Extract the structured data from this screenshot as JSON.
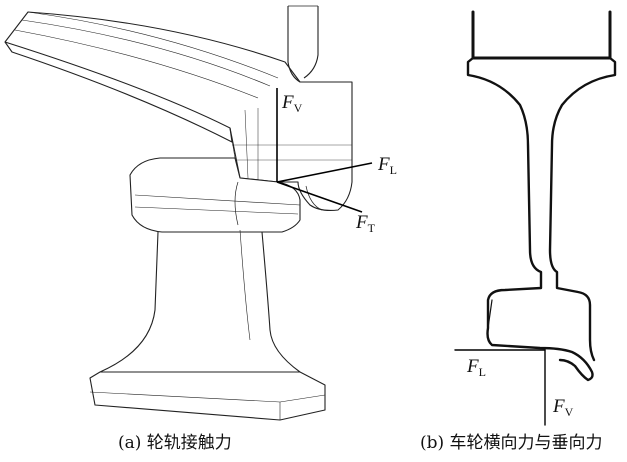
{
  "panel_a": {
    "caption": "(a) 轮轨接触力",
    "labels": {
      "fv": {
        "main": "F",
        "sub": "V"
      },
      "fl": {
        "main": "F",
        "sub": "L"
      },
      "ft": {
        "main": "F",
        "sub": "T"
      }
    }
  },
  "panel_b": {
    "caption": "(b) 车轮横向力与垂向力",
    "labels": {
      "fl": {
        "main": "F",
        "sub": "L"
      },
      "fv": {
        "main": "F",
        "sub": "V"
      }
    }
  }
}
